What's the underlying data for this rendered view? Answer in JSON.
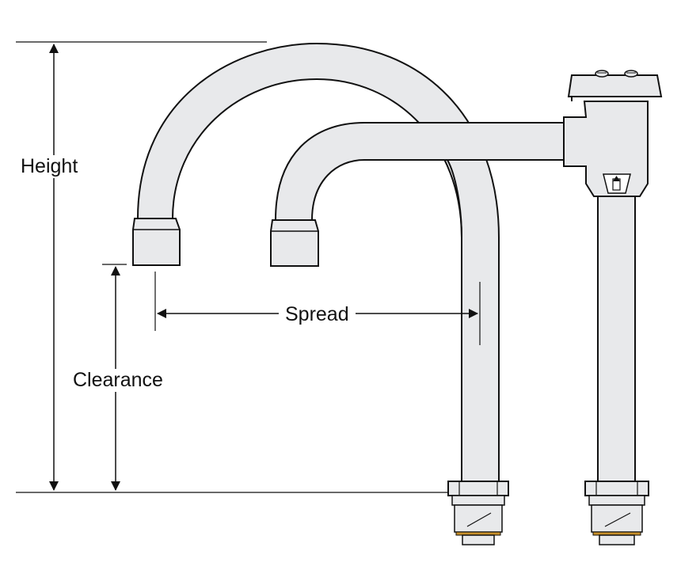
{
  "labels": {
    "height": "Height",
    "clearance": "Clearance",
    "spread": "Spread"
  },
  "colors": {
    "pipe_fill": "#e8e9eb",
    "outline": "#111111",
    "brass_band": "#c8902a",
    "background": "#ffffff"
  },
  "icons": {
    "valve_arrow": "up-arrow-icon",
    "screws": "screw-head-icon"
  }
}
